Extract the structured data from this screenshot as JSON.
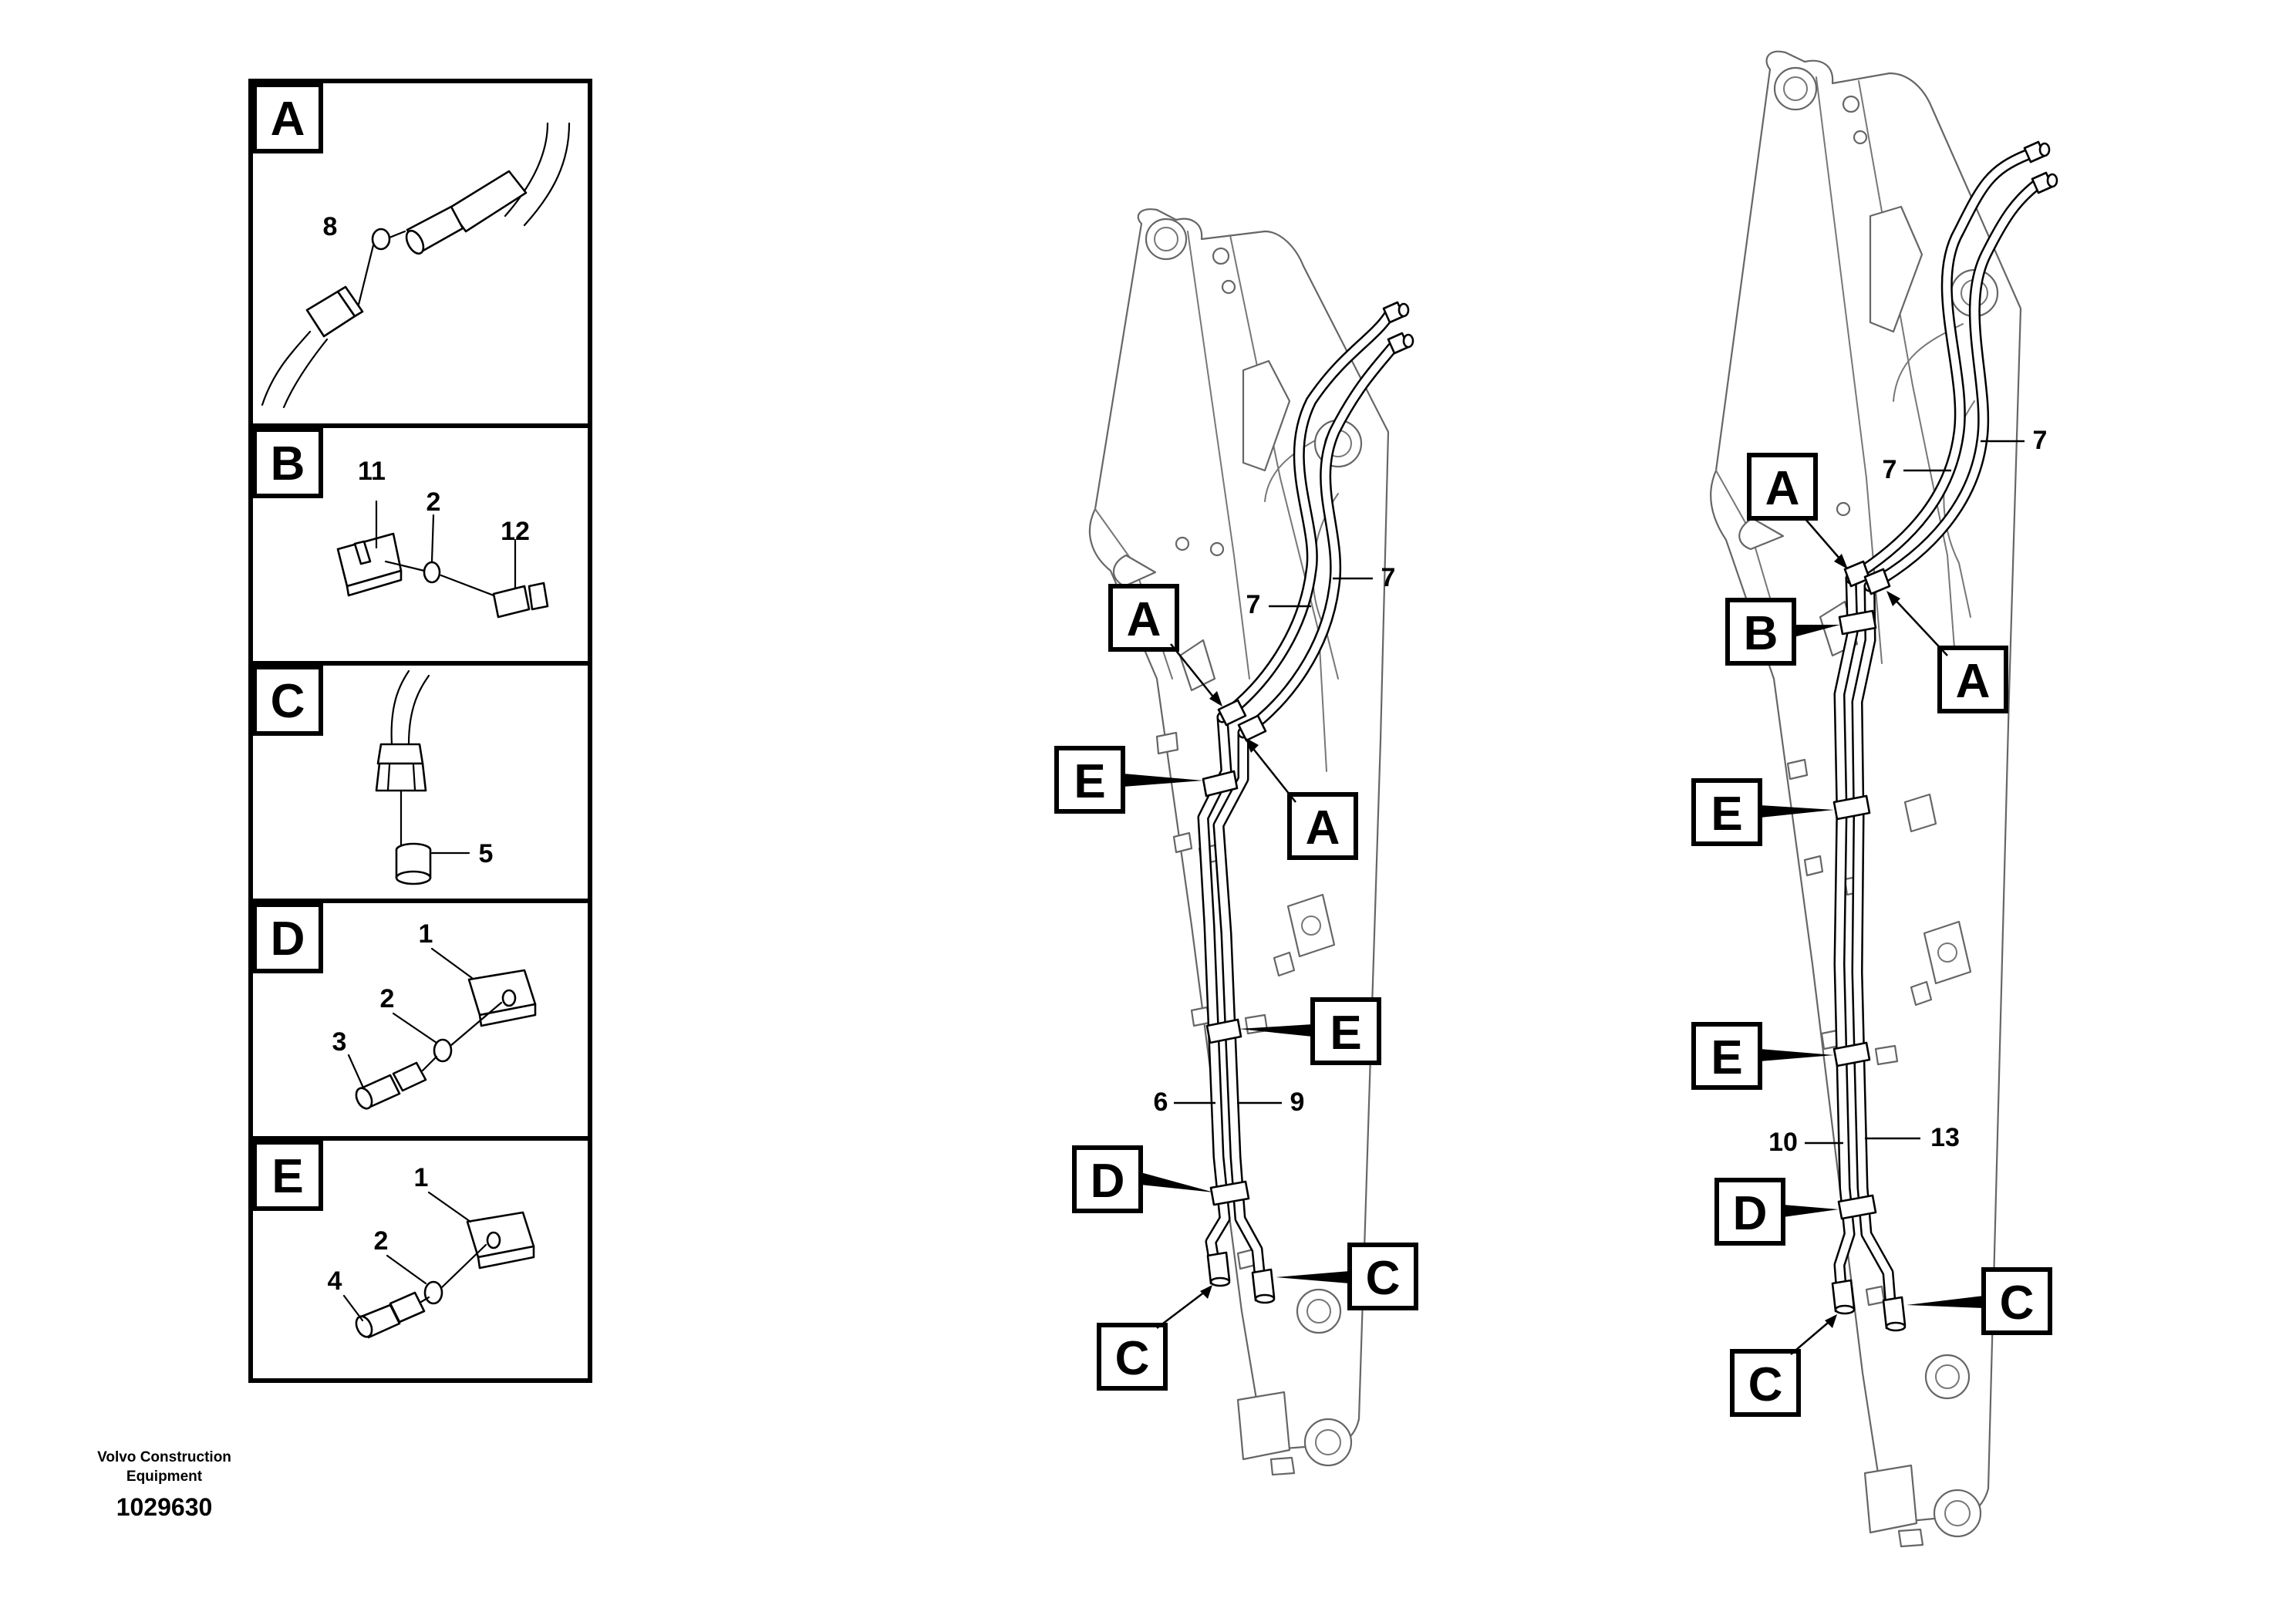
{
  "footer": {
    "company_line1": "Volvo Construction",
    "company_line2": "Equipment",
    "drawing_number": "1029630"
  },
  "detail_panels": [
    {
      "letter": "A",
      "callouts": [
        "8"
      ]
    },
    {
      "letter": "B",
      "callouts": [
        "11",
        "2",
        "12"
      ]
    },
    {
      "letter": "C",
      "callouts": [
        "5"
      ]
    },
    {
      "letter": "D",
      "callouts": [
        "1",
        "2",
        "3"
      ]
    },
    {
      "letter": "E",
      "callouts": [
        "1",
        "2",
        "4"
      ]
    }
  ],
  "views": [
    {
      "callouts": [
        "7",
        "7",
        "6",
        "9"
      ],
      "labels": [
        "A",
        "A",
        "E",
        "E",
        "D",
        "C",
        "C"
      ]
    },
    {
      "callouts": [
        "7",
        "7",
        "10",
        "13"
      ],
      "labels": [
        "A",
        "B",
        "A",
        "E",
        "E",
        "D",
        "C",
        "C"
      ]
    }
  ]
}
